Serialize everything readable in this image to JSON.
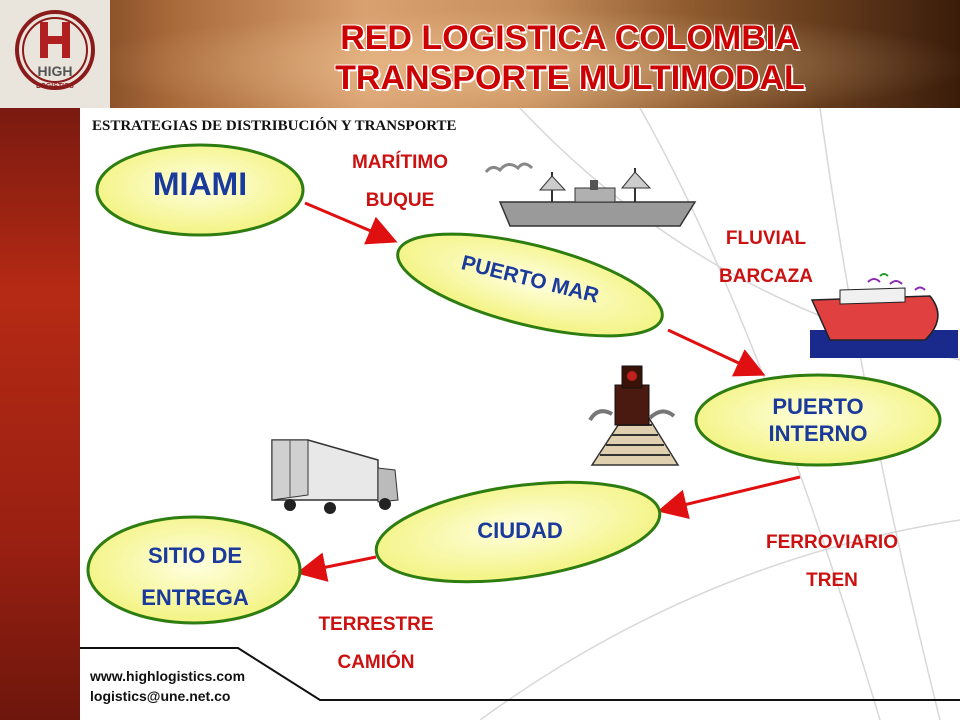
{
  "header": {
    "title_line1": "RED LOGISTICA COLOMBIA",
    "title_line2": "TRANSPORTE MULTIMODAL",
    "logo_text_top": "HIGH",
    "logo_text_bottom": "LOGISTICS"
  },
  "subtitle": "ESTRATEGIAS DE DISTRIBUCIÓN Y TRANSPORTE",
  "nodes": {
    "miami": "MIAMI",
    "puerto_mar": "PUERTO MAR",
    "puerto_interno_1": "PUERTO",
    "puerto_interno_2": "INTERNO",
    "ciudad": "CIUDAD",
    "sitio_1": "SITIO DE",
    "sitio_2": "ENTREGA"
  },
  "modes": {
    "maritimo": "MARÍTIMO",
    "buque": "BUQUE",
    "fluvial": "FLUVIAL",
    "barcaza": "BARCAZA",
    "ferroviario": "FERROVIARIO",
    "tren": "TREN",
    "terrestre": "TERRESTRE",
    "camion": "CAMIÓN"
  },
  "footer": {
    "website": "www.highlogistics.com",
    "email": "logistics@une.net.co"
  },
  "colors": {
    "title_red": "#cc0000",
    "node_fill": "#fafa9a",
    "node_text": "#1a3a9c",
    "arrow": "#e01010",
    "label_red": "#cc1111",
    "ellipse_border": "#2e7d10"
  }
}
